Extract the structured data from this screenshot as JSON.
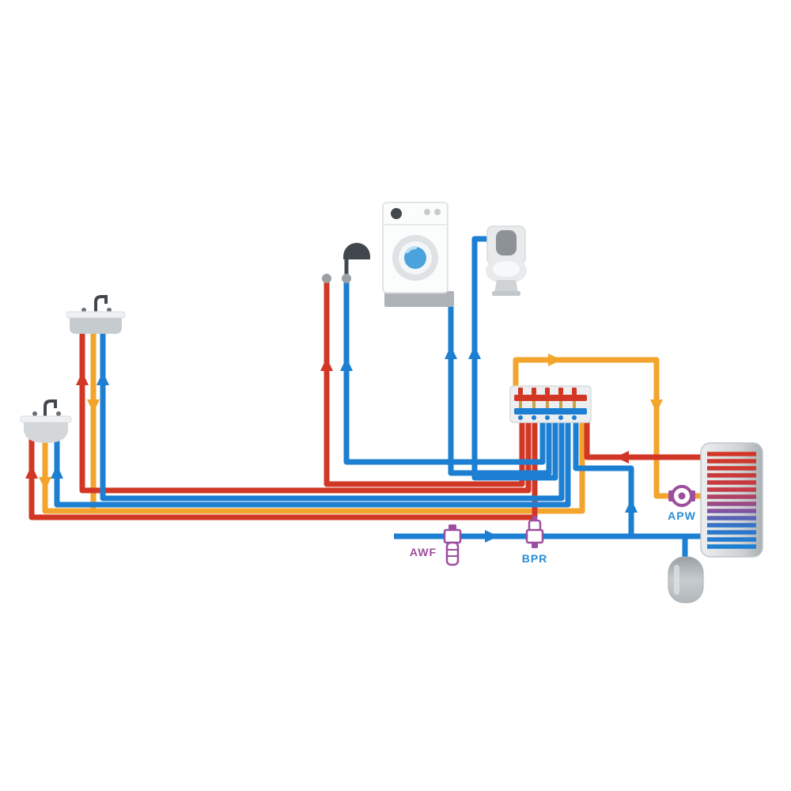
{
  "colors": {
    "hot": "#d23726",
    "cold": "#1c7fd2",
    "recirc": "#f2a42d",
    "component": "#9c4f9e",
    "label-blue": "#2a8ed4",
    "label-purple": "#9c4f9e"
  },
  "components": {
    "awf": {
      "label": "AWF"
    },
    "bpr": {
      "label": "BPR"
    },
    "apw": {
      "label": "APW"
    }
  },
  "fixtures": [
    "pedestal-sink",
    "utility-sink",
    "shower",
    "washing-machine",
    "toilet",
    "distribution-manifold",
    "water-filter",
    "pressure-reducing-valve",
    "recirculation-pump",
    "water-heater",
    "expansion-tank"
  ],
  "pipe_types": {
    "hot": "hot-water",
    "cold": "cold-water",
    "recirc": "recirculation"
  }
}
